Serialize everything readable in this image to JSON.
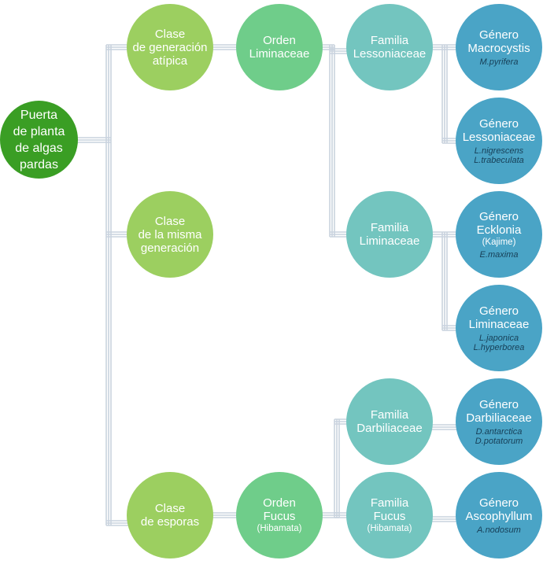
{
  "colors": {
    "root": "#3a9e24",
    "clase": "#9ccf60",
    "orden": "#6fcd8a",
    "familia": "#73c5bf",
    "genero": "#4aa4c6",
    "connector": "#c9d3de",
    "species_text": "#173f57"
  },
  "nodes": {
    "root": {
      "label": "Puerta\nde planta\nde algas\npardas"
    },
    "clase_atipica": {
      "label": "Clase\nde generación\natípica"
    },
    "clase_misma": {
      "label": "Clase\nde la misma\ngeneración"
    },
    "clase_esporas": {
      "label": "Clase\nde esporas"
    },
    "orden_liminaceae": {
      "label": "Orden\nLiminaceae"
    },
    "orden_fucus": {
      "label": "Orden\nFucus",
      "sub": "(Hibamata)"
    },
    "familia_lessoniaceae": {
      "label": "Familia\nLessoniaceae"
    },
    "familia_liminaceae": {
      "label": "Familia\nLiminaceae"
    },
    "familia_darbiliaceae": {
      "label": "Familia\nDarbiliaceae"
    },
    "familia_fucus": {
      "label": "Familia\nFucus",
      "sub": "(Hibamata)"
    },
    "genero_macrocystis": {
      "label": "Género\nMacrocystis",
      "species": "M.pyrifera"
    },
    "genero_lessoniaceae": {
      "label": "Género\nLessoniaceae",
      "species": "L.nigrescens\nL.trabeculata"
    },
    "genero_ecklonia": {
      "label": "Género\nEcklonia",
      "sub": "(Kajime)",
      "species": "E.maxima"
    },
    "genero_liminaceae": {
      "label": "Género\nLiminaceae",
      "species": "L.japonica\nL.hyperborea"
    },
    "genero_darbiliaceae": {
      "label": "Género\nDarbiliaceae",
      "species": "D.antarctica\nD.potatorum"
    },
    "genero_ascophyllum": {
      "label": "Género\nAscophyllum",
      "species": "A.nodosum"
    }
  }
}
